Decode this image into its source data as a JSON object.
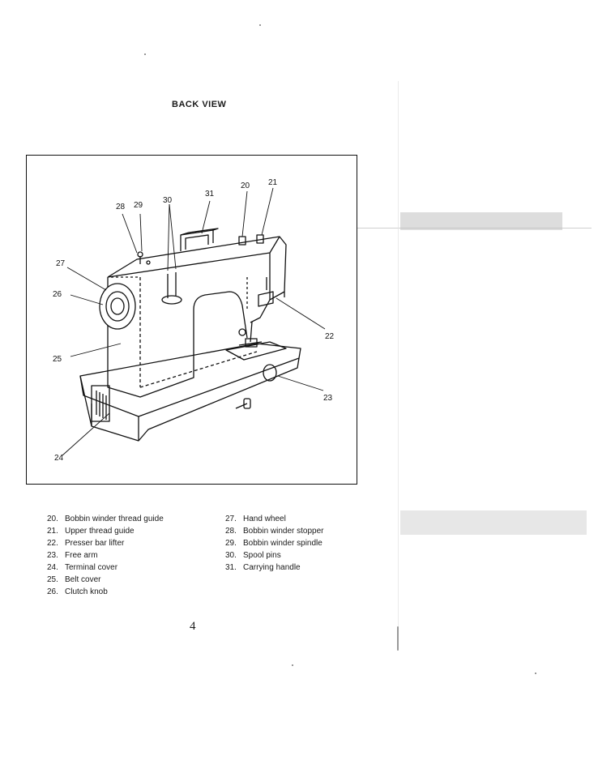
{
  "heading": "BACK VIEW",
  "figure": {
    "callouts": [
      "20",
      "21",
      "22",
      "23",
      "24",
      "25",
      "26",
      "27",
      "28",
      "29",
      "30",
      "31"
    ]
  },
  "legend_left": [
    {
      "num": "20.",
      "text": "Bobbin winder thread guide"
    },
    {
      "num": "21.",
      "text": "Upper thread guide"
    },
    {
      "num": "22.",
      "text": "Presser bar lifter"
    },
    {
      "num": "23.",
      "text": "Free arm"
    },
    {
      "num": "24.",
      "text": "Terminal cover"
    },
    {
      "num": "25.",
      "text": "Belt cover"
    },
    {
      "num": "26.",
      "text": "Clutch knob"
    }
  ],
  "legend_right": [
    {
      "num": "27.",
      "text": "Hand wheel"
    },
    {
      "num": "28.",
      "text": "Bobbin winder stopper"
    },
    {
      "num": "29.",
      "text": "Bobbin winder spindle"
    },
    {
      "num": "30.",
      "text": "Spool pins"
    },
    {
      "num": "31.",
      "text": "Carrying handle"
    }
  ],
  "page_number": "4"
}
